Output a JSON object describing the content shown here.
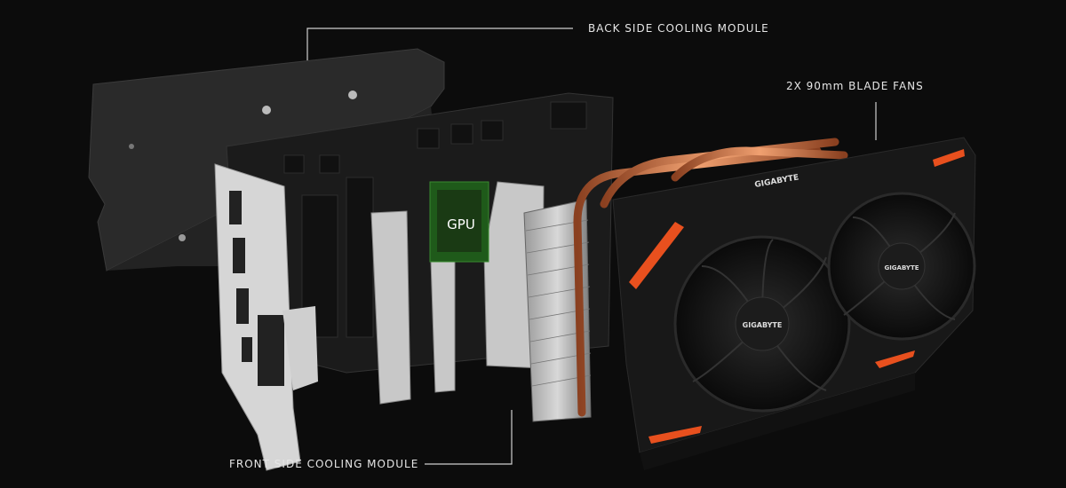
{
  "callouts": {
    "back_side": "BACK SIDE COOLING MODULE",
    "fans": "2X 90mm BLADE FANS",
    "front_side": "FRONT SIDE COOLING MODULE"
  },
  "components": {
    "gpu_chip": "GPU",
    "fan_brand_1": "GIGABYTE",
    "fan_brand_2": "GIGABYTE",
    "shroud_brand": "GIGABYTE"
  },
  "colors": {
    "background": "#0c0c0c",
    "accent_orange": "#e8501e",
    "copper": "#c8703a",
    "gpu_green": "#1f5a1a",
    "label_text": "#e6e6e6"
  }
}
